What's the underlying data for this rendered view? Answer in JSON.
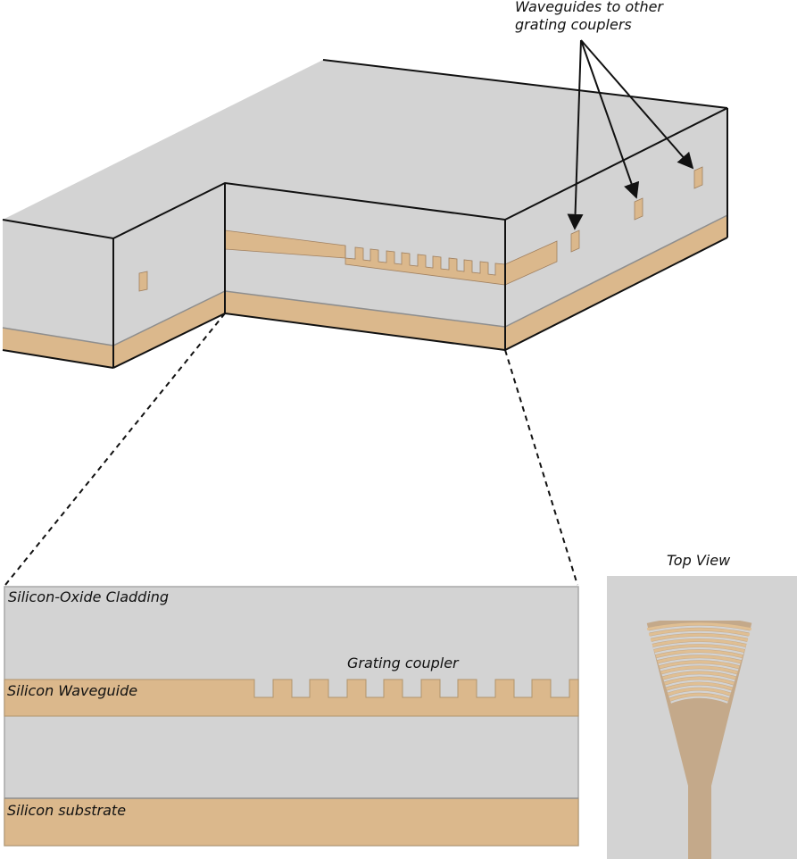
{
  "annotations": {
    "waveguides_line1": "Waveguides to other",
    "waveguides_line2": "grating couplers"
  },
  "cross_section": {
    "cladding_label": "Silicon-Oxide Cladding",
    "grating_label": "Grating coupler",
    "waveguide_label": "Silicon Waveguide",
    "substrate_label": "Silicon substrate"
  },
  "top_view": {
    "title": "Top View"
  },
  "colors": {
    "cladding": "#d3d3d3",
    "silicon": "#dbb88c",
    "taper": "#c4a98a",
    "outline": "#111111",
    "edge": "#9a9a9a"
  }
}
